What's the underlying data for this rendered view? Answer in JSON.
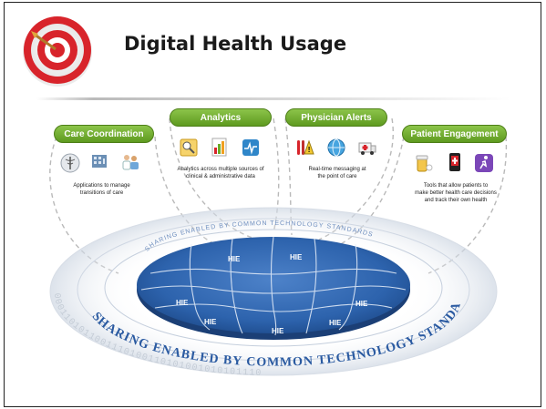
{
  "slide": {
    "title": "Digital Health Usage"
  },
  "categories": [
    {
      "label": "Care Coordination",
      "description": "Applications to manage\ntransitions of care",
      "icons": [
        "medical-caduceus-icon",
        "hospital-building-icon",
        "doctor-patient-icon"
      ]
    },
    {
      "label": "Analytics",
      "description": "Analytics across multiple sources of\nclinical & administrative data",
      "icons": [
        "magnifier-chart-icon",
        "bar-chart-report-icon",
        "heart-monitor-icon"
      ]
    },
    {
      "label": "Physician Alerts",
      "description": "Real-time messaging at\nthe point of care",
      "icons": [
        "test-tubes-alert-icon",
        "network-globe-icon",
        "ambulance-icon"
      ]
    },
    {
      "label": "Patient Engagement",
      "description": "Tools that allow patients to\nmake better health care decisions\nand track their own health",
      "icons": [
        "pill-bottle-icon",
        "mobile-phone-icon",
        "fitness-app-icon"
      ]
    }
  ],
  "hub": {
    "piece_label": "HIE",
    "ring_text": "SHARING ENABLED BY COMMON TECHNOLOGY STANDARDS",
    "binary_text": "0001101011001110100110101001010101110"
  },
  "colors": {
    "pill_green": "#6aab28",
    "puzzle_blue": "#2c5fa8",
    "target_red": "#d8242b"
  }
}
